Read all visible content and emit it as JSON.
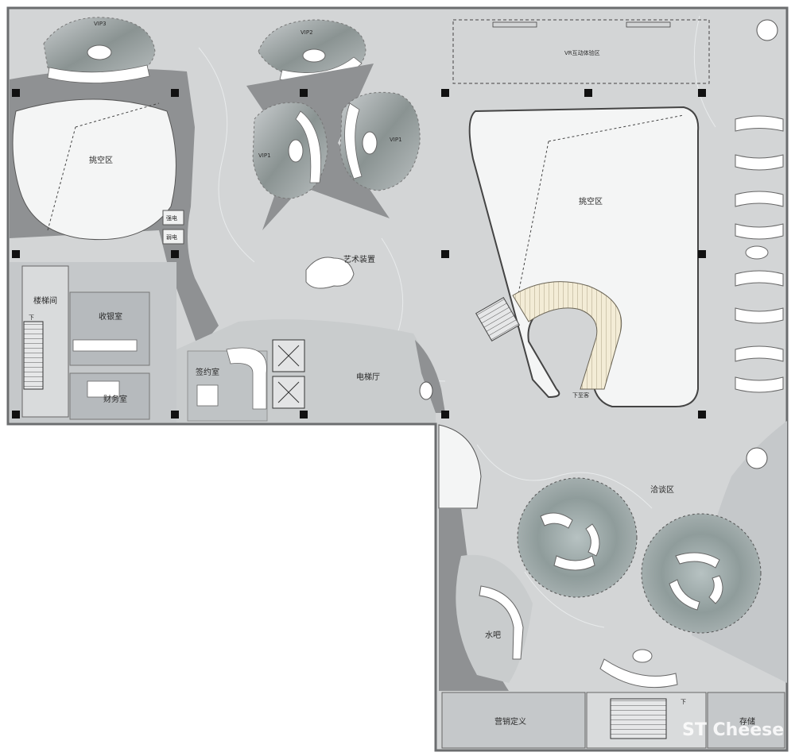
{
  "labels": {
    "vip3": "VIP3",
    "vip2": "VIP2",
    "vip1_left": "VIP1",
    "vip1_right": "VIP1",
    "void_left": "挑空区",
    "void_right": "挑空区",
    "vr_area": "VR互动体验区",
    "strong_power": "强电",
    "weak_power": "弱电",
    "art_installation": "艺术装置",
    "stairwell": "楼梯间",
    "stair_down_left": "下",
    "cashier": "收银室",
    "finance": "财务室",
    "contract": "签约室",
    "elevator_hall": "电梯厅",
    "negotiation": "洽谈区",
    "water_bar": "水吧",
    "marketing": "营销定义",
    "storage": "存储",
    "stair_down_bottom": "下",
    "stair_down_void": "下至客"
  },
  "watermark": "ST Cheese",
  "colors": {
    "floor": "#d3d5d6",
    "floor_dark": "#c2c5c7",
    "wall_gray": "#8f9193",
    "void": "#f4f5f5",
    "room": "#b8bcbf",
    "column": "#111111",
    "furniture": "#ffffff",
    "carpet_dark": "#8e9a99"
  }
}
